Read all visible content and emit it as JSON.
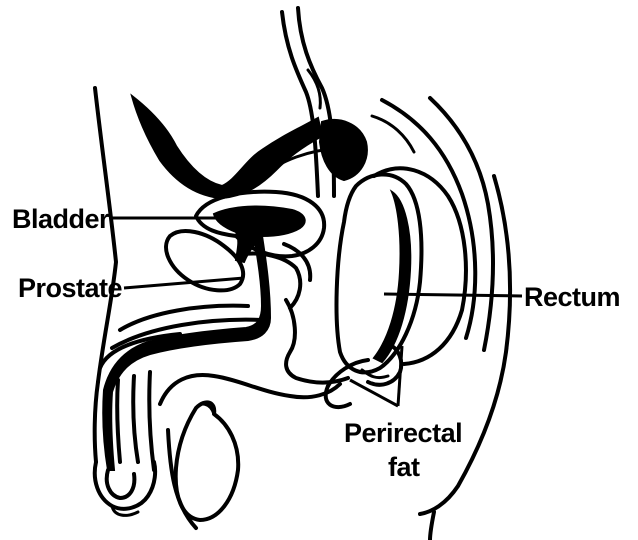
{
  "labels": {
    "bladder": "Bladder",
    "prostate": "Prostate",
    "rectum": "Rectum",
    "perirectal_line1": "Perirectal",
    "perirectal_line2": "fat"
  }
}
